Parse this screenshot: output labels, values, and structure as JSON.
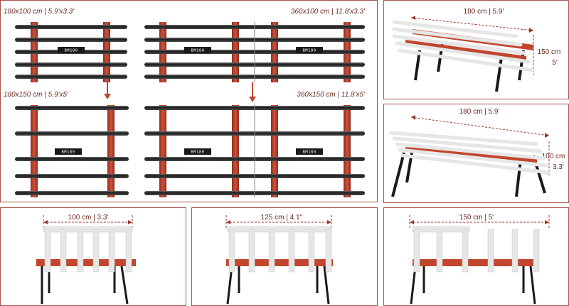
{
  "plan_views": {
    "top_left": "180x100 cm | 5.9'x3.3'",
    "top_right": "360x100 cm | 11.8'x3.3'",
    "bottom_left": "180x150 cm | 5.9'x5'",
    "bottom_right": "360x150 cm | 11.8'x5'",
    "unit_badge": "BM180"
  },
  "perspective_views": {
    "top": {
      "length": "180 cm | 5.9'",
      "depth_cm": "150 cm",
      "depth_ft": "5'"
    },
    "middle": {
      "length": "180 cm | 5.9'",
      "depth_cm": "100 cm",
      "depth_ft": "3.3'"
    }
  },
  "end_views": {
    "left": "100 cm | 3.3'",
    "middle": "125 cm | 4.1''",
    "right": "150 cm | 5'"
  },
  "colors": {
    "border": "#a5534a",
    "rail": "#2d2d2d",
    "frame": "#c2452d",
    "dim": "#9c3a2c"
  }
}
